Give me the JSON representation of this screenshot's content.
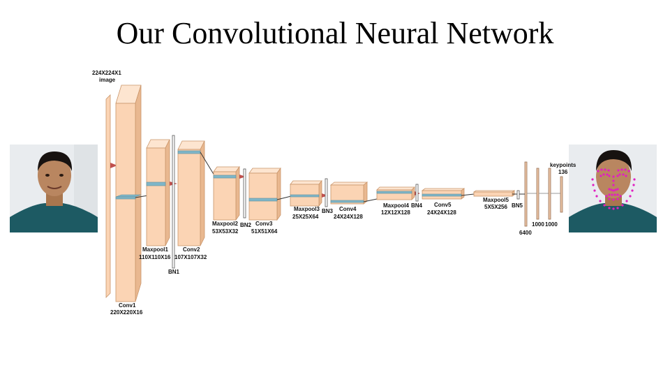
{
  "title": "Our Convolutional Neural Network",
  "colors": {
    "layer_fill": "#fbd4b4",
    "layer_edge": "#c9956a",
    "slice": "#7fb6c8",
    "arrow": "#c0504d",
    "bn_fill": "#ffffff",
    "keypoint": "#e020c0"
  },
  "input_image": {
    "label_line1": "224X224X1",
    "label_line2": "image"
  },
  "layers": {
    "conv1": {
      "name": "Conv1",
      "dims": "220X220X16"
    },
    "maxpool1": {
      "name": "Maxpool1",
      "dims": "110X110X16"
    },
    "bn1": {
      "name": "BN1"
    },
    "conv2": {
      "name": "Conv2",
      "dims": "107X107X32"
    },
    "maxpool2": {
      "name": "Maxpool2",
      "dims": "53X53X32"
    },
    "bn2": {
      "name": "BN2"
    },
    "conv3": {
      "name": "Conv3",
      "dims": "51X51X64"
    },
    "maxpool3": {
      "name": "Maxpool3",
      "dims": "25X25X64"
    },
    "bn3": {
      "name": "BN3"
    },
    "conv4": {
      "name": "Conv4",
      "dims": "24X24X128"
    },
    "maxpool4": {
      "name": "Maxpool4",
      "dims": "12X12X128"
    },
    "bn4": {
      "name": "BN4"
    },
    "conv5": {
      "name": "Conv5",
      "dims": "24X24X128"
    },
    "maxpool5": {
      "name": "Maxpool5",
      "dims": "5X5X256"
    },
    "bn5": {
      "name": "BN5"
    },
    "flatten": {
      "dims": "6400"
    },
    "fc1": {
      "dims": "1000"
    },
    "fc2": {
      "dims": "1000"
    },
    "output": {
      "name": "keypoints",
      "dims": "136"
    }
  }
}
